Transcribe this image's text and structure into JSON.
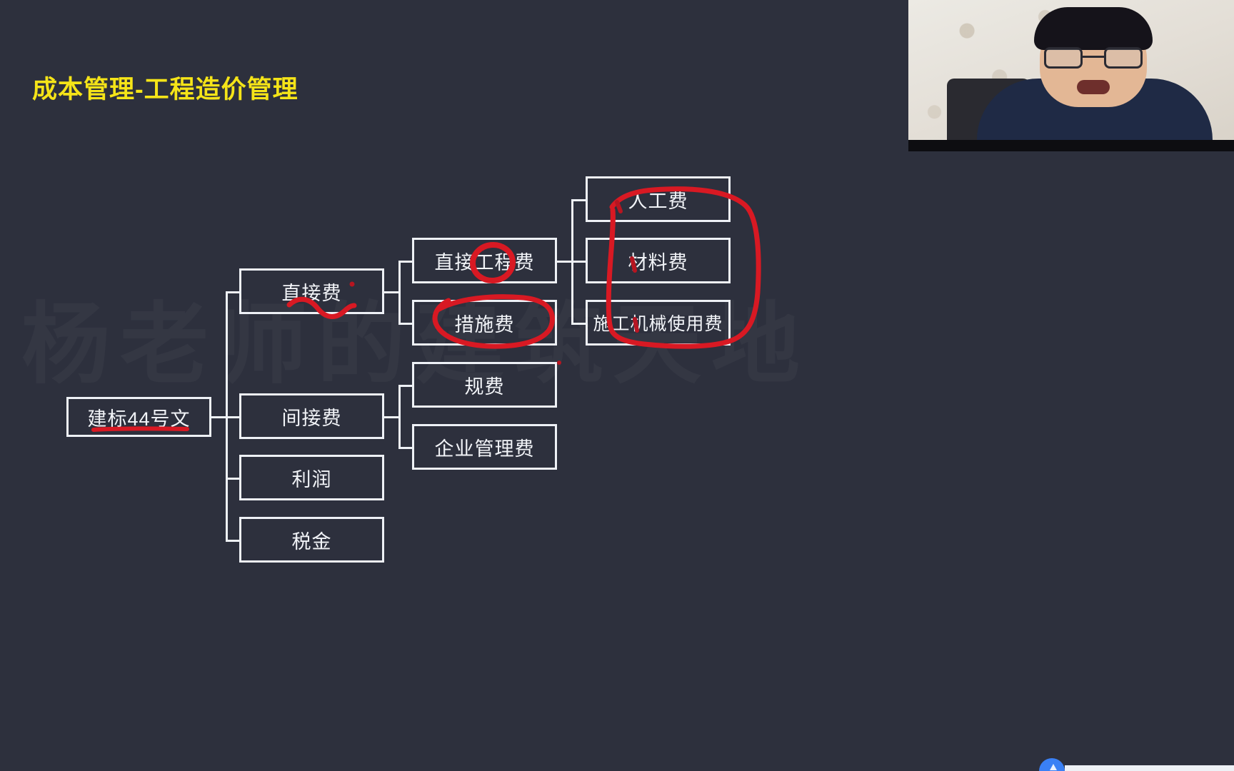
{
  "slide": {
    "title": "成本管理-工程造价管理",
    "title_color": "#f5e418",
    "background_color": "#2d303d",
    "watermark": "杨老师的建筑天地"
  },
  "diagram": {
    "type": "tree",
    "root": "建标44号文",
    "nodes": {
      "root": "建标44号文",
      "direct_cost": "直接费",
      "indirect_cost": "间接费",
      "profit": "利润",
      "tax": "税金",
      "direct_engineering_cost": "直接工程费",
      "measure_cost": "措施费",
      "statutory_fee": "规费",
      "enterprise_management_fee": "企业管理费",
      "labor_cost": "人工费",
      "material_cost": "材料费",
      "machinery_cost": "施工机械使用费"
    },
    "level1": [
      "直接费",
      "间接费",
      "利润",
      "税金"
    ],
    "level2_direct": [
      "直接工程费",
      "措施费"
    ],
    "level2_indirect": [
      "规费",
      "企业管理费"
    ],
    "level3_direct_engineering": [
      "人工费",
      "材料费",
      "施工机械使用费"
    ],
    "box_border_color": "#eef1f6",
    "text_color": "#f2f4f8"
  },
  "annotations": {
    "ink_color": "#d81923",
    "items": [
      {
        "name": "underline-root",
        "target": "建标44号文",
        "style": "underline"
      },
      {
        "name": "squiggle-direct-cost",
        "target": "直接费",
        "style": "squiggle-underline"
      },
      {
        "name": "circle-engineering",
        "target": "直接工程费 (工程)",
        "style": "ellipse"
      },
      {
        "name": "circle-measure-cost",
        "target": "措施费",
        "style": "loop-circle"
      },
      {
        "name": "bracket-three-costs",
        "target": "人工费 / 材料费 / 施工机械使用费",
        "style": "large-bracket"
      }
    ]
  },
  "webcam": {
    "name": "presenter-webcam",
    "visible": true
  },
  "toolbar": {
    "blue_bubble": "pointer-indicator"
  }
}
